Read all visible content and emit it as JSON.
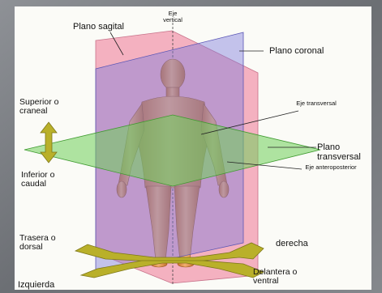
{
  "labels": {
    "eje_vertical": "Eje vertical",
    "plano_sagital": "Plano sagital",
    "plano_coronal": "Plano coronal",
    "superior": "Superior o craneal",
    "eje_transversal": "Eje transversal",
    "plano_transversal": "Plano transversal",
    "inferior": "Inferior o caudal",
    "eje_anteroposterior": "Eje anteroposterior",
    "trasera": "Trasera o dorsal",
    "derecha": "derecha",
    "izquierda": "Izquierda",
    "delantera": "Delantera o ventral"
  },
  "colors": {
    "background": "#7a7d82",
    "panel": "#fbfbf7",
    "sagittal_plane": "#f2a3b6",
    "coronal_plane": "#8a86de",
    "transverse_plane": "#6fd05a",
    "body_skin": "#e2914d",
    "arrow": "#b9b02a"
  }
}
